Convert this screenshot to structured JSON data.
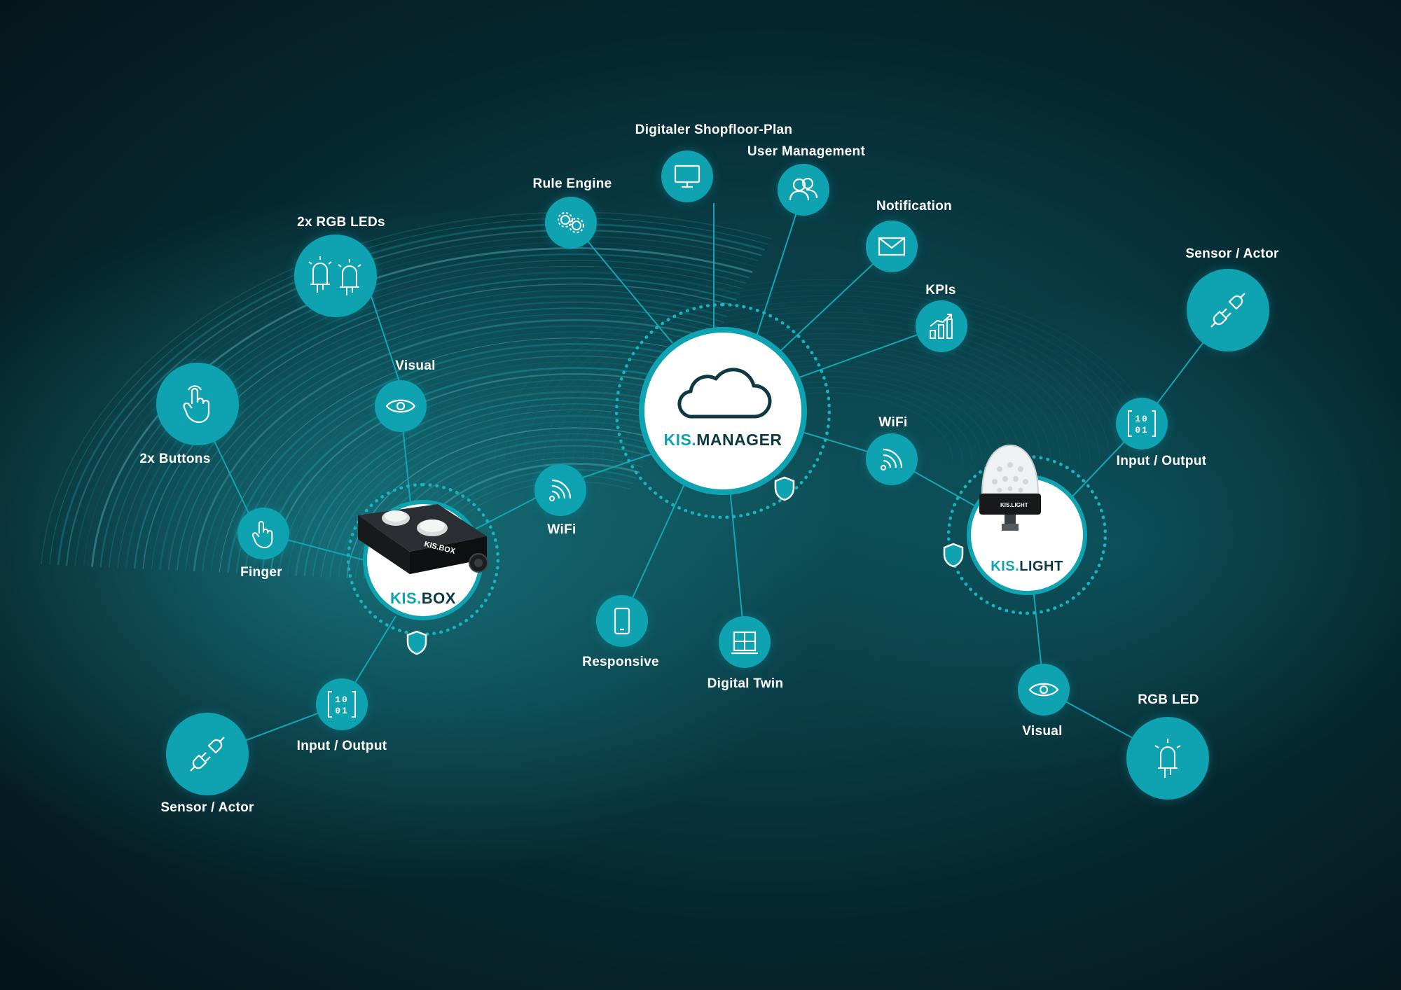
{
  "colors": {
    "accent": "#0fa3b1",
    "dark_text": "#0d3942",
    "background": "#06262d",
    "label": "#ffffff"
  },
  "hubs": {
    "manager": {
      "prefix": "KIS.",
      "name": "MANAGER"
    },
    "box": {
      "prefix": "KIS.",
      "name": "BOX",
      "device_label": "KIS.BOX"
    },
    "light": {
      "prefix": "KIS.",
      "name": "LIGHT",
      "device_label": "KIS.LIGHT"
    }
  },
  "nodes": {
    "digital_shopfloor": {
      "label": "Digitaler Shopfloor-Plan",
      "icon": "monitor-icon"
    },
    "user_management": {
      "label": "User Management",
      "icon": "users-icon"
    },
    "rule_engine": {
      "label": "Rule Engine",
      "icon": "gears-icon"
    },
    "notification": {
      "label": "Notification",
      "icon": "envelope-icon"
    },
    "kpis": {
      "label": "KPIs",
      "icon": "bar-chart-icon"
    },
    "wifi_right": {
      "label": "WiFi",
      "icon": "wifi-icon"
    },
    "wifi_left": {
      "label": "WiFi",
      "icon": "wifi-icon"
    },
    "responsive": {
      "label": "Responsive",
      "icon": "smartphone-icon"
    },
    "digital_twin": {
      "label": "Digital Twin",
      "icon": "digital-twin-icon"
    },
    "rgb_leds": {
      "label": "2x RGB LEDs",
      "icon": "led-icon"
    },
    "visual_left": {
      "label": "Visual",
      "icon": "eye-icon"
    },
    "buttons": {
      "label": "2x Buttons",
      "icon": "hand-pointer-icon"
    },
    "finger": {
      "label": "Finger",
      "icon": "hand-pointer-icon"
    },
    "io_left": {
      "label": "Input / Output",
      "icon": "binary-icon",
      "bits": [
        "10",
        "01"
      ]
    },
    "sensor_left": {
      "label": "Sensor / Actor",
      "icon": "plug-icon"
    },
    "sensor_right": {
      "label": "Sensor / Actor",
      "icon": "plug-icon"
    },
    "io_right": {
      "label": "Input / Output",
      "icon": "binary-icon",
      "bits": [
        "10",
        "01"
      ]
    },
    "visual_right": {
      "label": "Visual",
      "icon": "eye-icon"
    },
    "rgb_led": {
      "label": "RGB LED",
      "icon": "led-icon"
    }
  }
}
